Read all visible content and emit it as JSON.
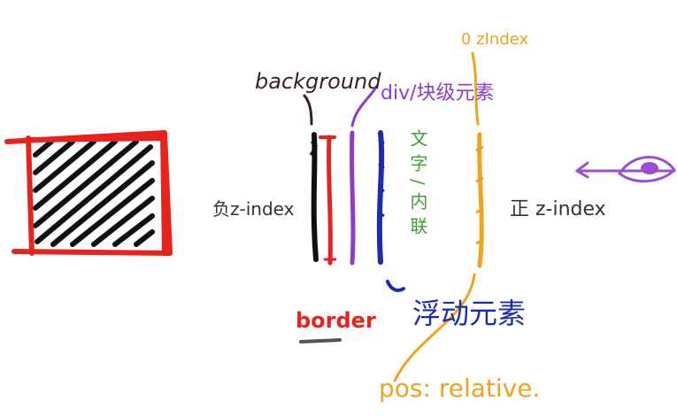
{
  "labels": {
    "background": "background",
    "div_block": "div/块级元素",
    "zero_zindex": "0 zIndex",
    "negative_zindex": "负z-index",
    "positive_zindex": "正 z-index",
    "inline_text": "文字/内联",
    "border": "border",
    "float": "浮动元素",
    "pos_relative": "pos: relative."
  },
  "colors": {
    "background_layer": "#111111",
    "border_layer": "#e8231e",
    "block_layer": "#8e3ccf",
    "float_layer": "#1b2bb2",
    "inline_text": "#3aa52f",
    "zero_layer": "#f0a41e",
    "eye": "#9b4fd0",
    "neutral_label": "#333333",
    "background_label": "#3a2222"
  },
  "icons": {
    "eye": "eye-icon",
    "box": "hatched-box-icon"
  }
}
